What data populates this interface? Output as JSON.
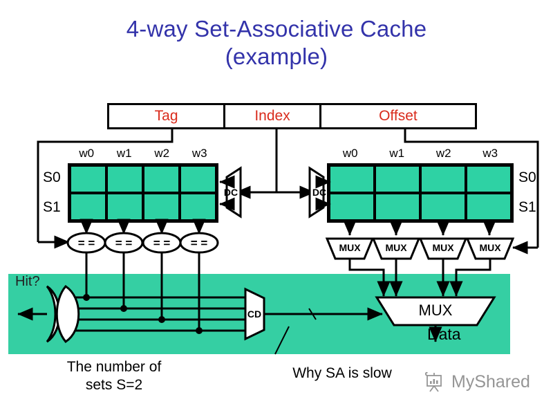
{
  "slide": {
    "title_line1": "4-way Set-Associative Cache",
    "title_line2": "(example)",
    "title_color": "#3333aa",
    "background": "#ffffff",
    "highlight_band_color": "#35cfa3",
    "cell_color": "#2ed2a4",
    "address_field_color": "#d92b1c"
  },
  "address": {
    "fields": [
      {
        "label": "Tag"
      },
      {
        "label": "Index"
      },
      {
        "label": "Offset"
      }
    ]
  },
  "arrays": {
    "way_headers": [
      "w0",
      "w1",
      "w2",
      "w3"
    ],
    "set_labels": [
      "S0",
      "S1"
    ],
    "left": {
      "name": "tag-array",
      "way_headers": [
        "w0",
        "w1",
        "w2",
        "w3"
      ],
      "set_labels": [
        "S0",
        "S1"
      ]
    },
    "right": {
      "name": "data-array",
      "way_headers": [
        "w0",
        "w1",
        "w2",
        "w3"
      ],
      "set_labels": [
        "S0",
        "S1"
      ]
    }
  },
  "decoders": {
    "left_label": "DC",
    "right_label": "DC"
  },
  "comparators": {
    "label": "= =",
    "count": 4
  },
  "way_muxes": {
    "label": "MUX",
    "count": 4
  },
  "encoder": {
    "label": "CD"
  },
  "output_mux": {
    "label": "MUX"
  },
  "outputs": {
    "hit_label": "Hit?",
    "data_label": "Data"
  },
  "captions": {
    "sets": "The number of\nsets S=2",
    "sets_line1": "The number of",
    "sets_line2": "sets S=2",
    "slow": "Why SA is slow"
  },
  "watermark": {
    "text": "MyShared",
    "icon": "presentation-board-icon"
  }
}
